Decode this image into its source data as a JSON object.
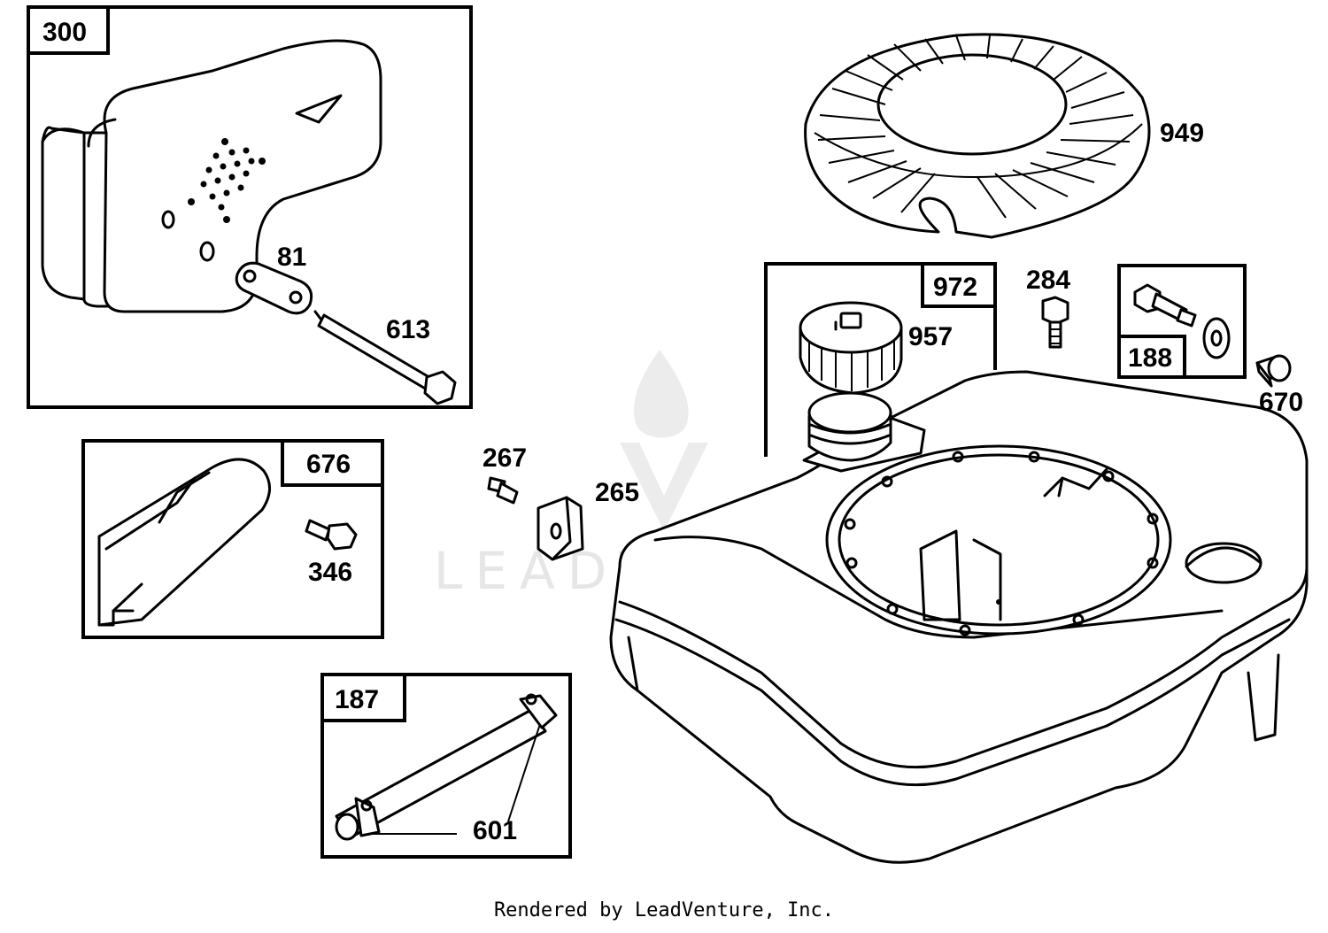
{
  "boxes": {
    "muffler_kit": "300",
    "guard_kit": "676",
    "cap_kit": "972",
    "hose_kit": "187",
    "screw_kit": "188"
  },
  "parts": {
    "muffler_gasket": "81",
    "muffler_bolt": "613",
    "blower_housing": "949",
    "fuel_cap": "957",
    "stud": "284",
    "spacer": "670",
    "guard_screw": "346",
    "bracket_screw": "267",
    "clip": "265",
    "hose_clamps": "601"
  },
  "watermark": {
    "text": "LEADVENTURE"
  },
  "footer": {
    "credit": "Rendered by LeadVenture, Inc."
  }
}
